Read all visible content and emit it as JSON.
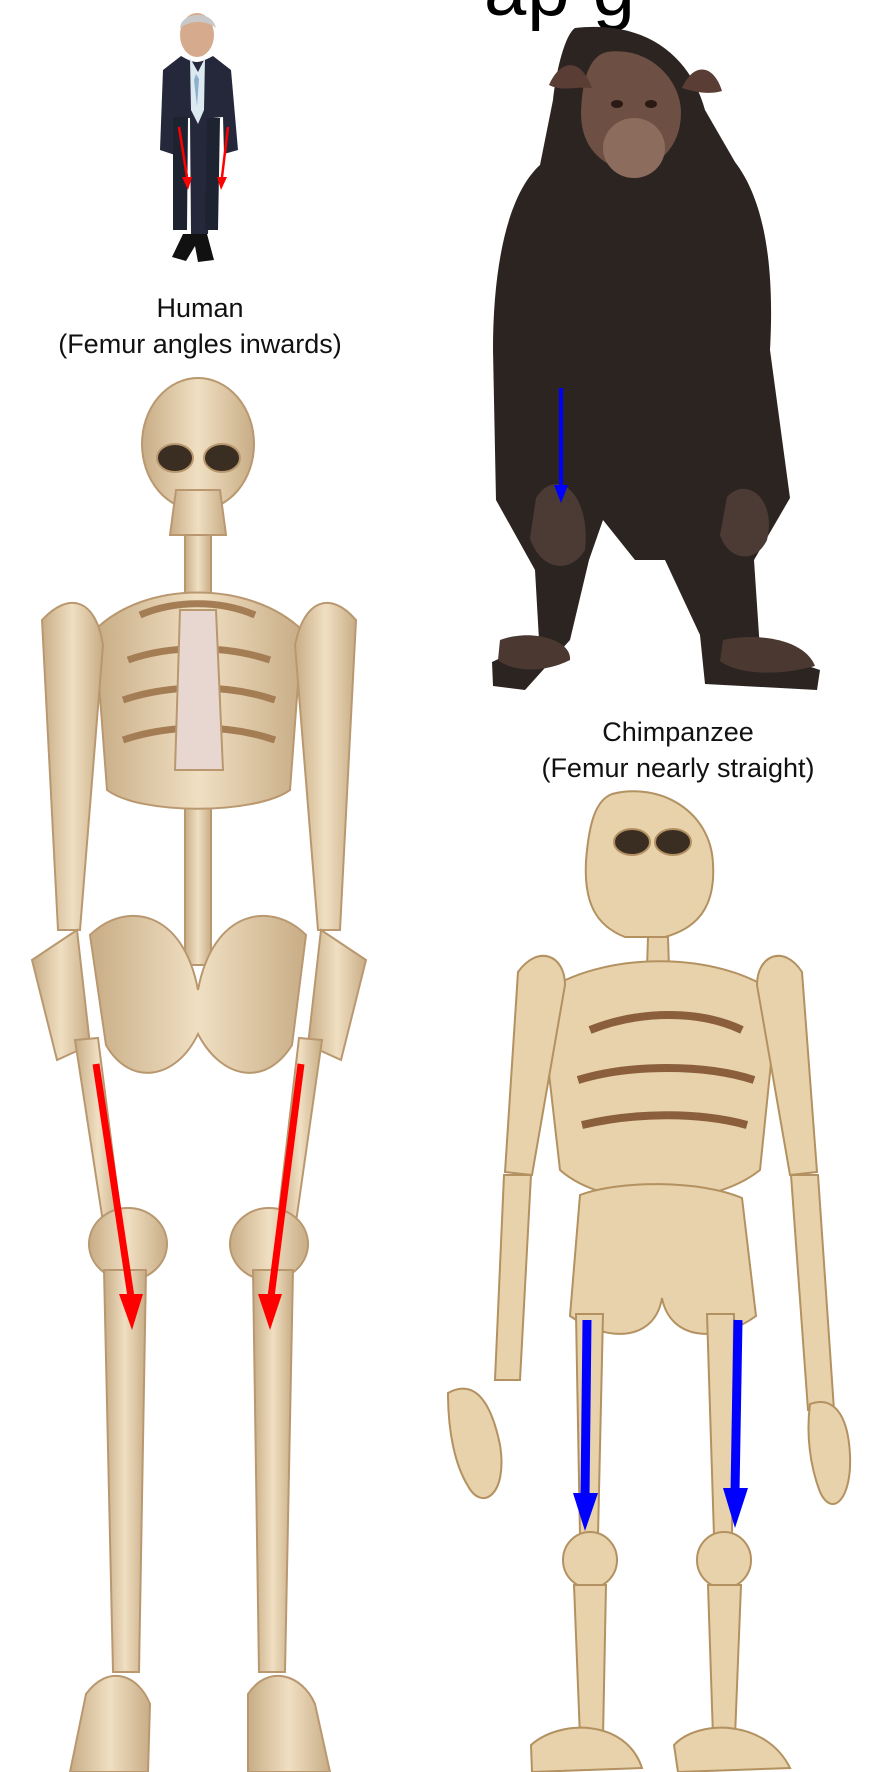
{
  "title_fragment": "ap  g",
  "human": {
    "photo_icon": "human-man-photo",
    "label": "Human",
    "note": "(Femur angles inwards)",
    "arrow_color": "#ff0000"
  },
  "chimpanzee": {
    "photo_icon": "chimpanzee-photo",
    "label": "Chimpanzee",
    "note": "(Femur nearly straight)",
    "arrow_color": "#0000ff"
  },
  "colors": {
    "bone": "#e8d6b6",
    "bone_shadow": "#c8ad86",
    "chimp_fur": "#2c2421",
    "suit": "#24283a"
  }
}
